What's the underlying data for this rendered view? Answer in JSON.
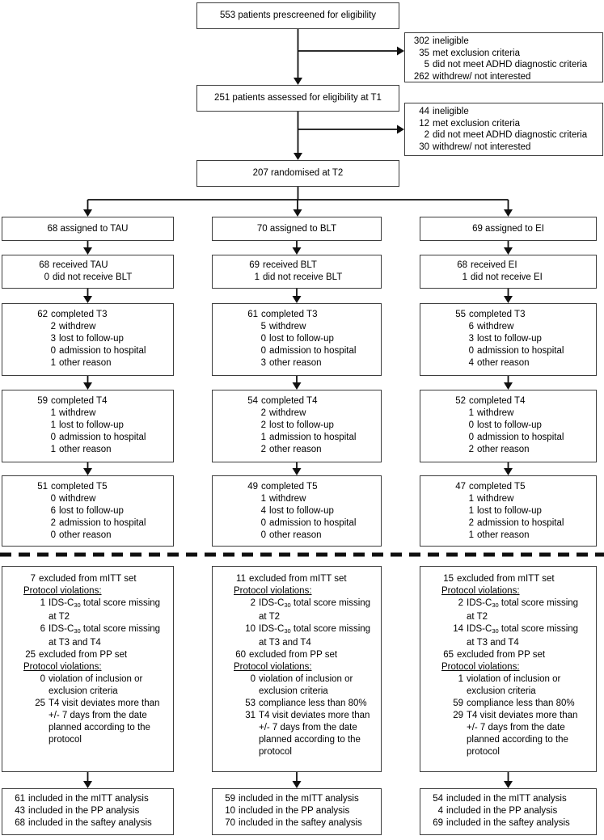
{
  "colors": {
    "border": "#3d3d3d",
    "line": "#101010",
    "text": "#000000",
    "background": "#ffffff"
  },
  "boxes": {
    "prescreened": "553 patients prescreened for eligibility",
    "assessed": "251 patients assessed for eligibility at T1",
    "randomised": "207 randomised at T2"
  },
  "exclusions": {
    "after_prescreen": [
      {
        "n": "302",
        "t": "ineligible"
      },
      {
        "n": "35",
        "t": "met exclusion criteria"
      },
      {
        "n": "5",
        "t": "did not meet ADHD diagnostic criteria"
      },
      {
        "n": "262",
        "t": "withdrew/ not interested"
      }
    ],
    "after_t1": [
      {
        "n": "44",
        "t": "ineligible"
      },
      {
        "n": "12",
        "t": "met exclusion criteria"
      },
      {
        "n": "2",
        "t": "did not meet ADHD diagnostic criteria"
      },
      {
        "n": "30",
        "t": "withdrew/ not interested"
      }
    ]
  },
  "columns": {
    "tau": {
      "assigned": "68 assigned to TAU",
      "received": [
        {
          "n": "68",
          "t": "received TAU"
        },
        {
          "n": "0",
          "t": "did not receive BLT"
        }
      ],
      "t3": [
        {
          "n": "62",
          "t": "completed T3"
        },
        {
          "n": "2",
          "t": "withdrew",
          "i": 1
        },
        {
          "n": "3",
          "t": "lost to follow-up",
          "i": 1
        },
        {
          "n": "0",
          "t": "admission to hospital",
          "i": 1
        },
        {
          "n": "1",
          "t": "other reason",
          "i": 1
        }
      ],
      "t4": [
        {
          "n": "59",
          "t": "completed T4"
        },
        {
          "n": "1",
          "t": "withdrew",
          "i": 1
        },
        {
          "n": "1",
          "t": "lost to follow-up",
          "i": 1
        },
        {
          "n": "0",
          "t": "admission to hospital",
          "i": 1
        },
        {
          "n": "1",
          "t": "other reason",
          "i": 1
        }
      ],
      "t5": [
        {
          "n": "51",
          "t": "completed T5"
        },
        {
          "n": "0",
          "t": "withdrew",
          "i": 1
        },
        {
          "n": "6",
          "t": "lost to follow-up",
          "i": 1
        },
        {
          "n": "2",
          "t": "admission to hospital",
          "i": 1
        },
        {
          "n": "0",
          "t": "other reason",
          "i": 1
        }
      ],
      "mitt": [
        {
          "n": "7",
          "t": "excluded from mITT set"
        },
        {
          "t": "Protocol violations:",
          "u": 1
        },
        {
          "n": "1",
          "t": "IDS-C{30} total score missing",
          "i": 1
        },
        {
          "t": "at T2",
          "i": 1
        },
        {
          "n": "6",
          "t": "IDS-C{30} total score missing",
          "i": 1
        },
        {
          "t": "at T3 and T4",
          "i": 1
        },
        {
          "n": "25",
          "t": "excluded from PP set"
        },
        {
          "t": "Protocol violations:",
          "u": 1
        },
        {
          "n": "0",
          "t": "violation of inclusion or",
          "i": 1
        },
        {
          "t": "exclusion criteria",
          "i": 1
        },
        {
          "n": "25",
          "t": "T4 visit deviates more than",
          "i": 1
        },
        {
          "t": "+/- 7 days from the date",
          "i": 1
        },
        {
          "t": "planned according to the",
          "i": 1
        },
        {
          "t": "protocol",
          "i": 1
        }
      ],
      "included": [
        {
          "n": "61",
          "t": "included in the mITT analysis"
        },
        {
          "n": "43",
          "t": "included in the PP analysis"
        },
        {
          "n": "68",
          "t": "included in the saftey analysis"
        }
      ]
    },
    "blt": {
      "assigned": "70 assigned to BLT",
      "received": [
        {
          "n": "69",
          "t": "received BLT"
        },
        {
          "n": "1",
          "t": "did not receive BLT"
        }
      ],
      "t3": [
        {
          "n": "61",
          "t": "completed T3"
        },
        {
          "n": "5",
          "t": "withdrew",
          "i": 1
        },
        {
          "n": "0",
          "t": "lost to follow-up",
          "i": 1
        },
        {
          "n": "0",
          "t": "admission to hospital",
          "i": 1
        },
        {
          "n": "3",
          "t": "other reason",
          "i": 1
        }
      ],
      "t4": [
        {
          "n": "54",
          "t": "completed T4"
        },
        {
          "n": "2",
          "t": "withdrew",
          "i": 1
        },
        {
          "n": "2",
          "t": "lost to follow-up",
          "i": 1
        },
        {
          "n": "1",
          "t": "admission to hospital",
          "i": 1
        },
        {
          "n": "2",
          "t": "other reason",
          "i": 1
        }
      ],
      "t5": [
        {
          "n": "49",
          "t": "completed T5"
        },
        {
          "n": "1",
          "t": "withdrew",
          "i": 1
        },
        {
          "n": "4",
          "t": "lost to follow-up",
          "i": 1
        },
        {
          "n": "0",
          "t": "admission to hospital",
          "i": 1
        },
        {
          "n": "0",
          "t": "other reason",
          "i": 1
        }
      ],
      "mitt": [
        {
          "n": "11",
          "t": "excluded from mITT set"
        },
        {
          "t": "Protocol violations:",
          "u": 1
        },
        {
          "n": "2",
          "t": "IDS-C{30} total score missing",
          "i": 1
        },
        {
          "t": "at T2",
          "i": 1
        },
        {
          "n": "10",
          "t": "IDS-C{30} total score missing",
          "i": 1
        },
        {
          "t": "at T3 and T4",
          "i": 1
        },
        {
          "n": "60",
          "t": "excluded from PP set"
        },
        {
          "t": "Protocol violations:",
          "u": 1
        },
        {
          "n": "0",
          "t": "violation of inclusion or",
          "i": 1
        },
        {
          "t": "exclusion criteria",
          "i": 1
        },
        {
          "n": "53",
          "t": "compliance less than 80%",
          "i": 1
        },
        {
          "n": "31",
          "t": "T4 visit deviates more than",
          "i": 1
        },
        {
          "t": "+/- 7 days from the date",
          "i": 1
        },
        {
          "t": "planned according to the",
          "i": 1
        },
        {
          "t": "protocol",
          "i": 1
        }
      ],
      "included": [
        {
          "n": "59",
          "t": "included in the mITT analysis"
        },
        {
          "n": "10",
          "t": "included in the PP analysis"
        },
        {
          "n": "70",
          "t": "included in the saftey analysis"
        }
      ]
    },
    "ei": {
      "assigned": "69 assigned to EI",
      "received": [
        {
          "n": "68",
          "t": "received EI"
        },
        {
          "n": "1",
          "t": "did not receive EI"
        }
      ],
      "t3": [
        {
          "n": "55",
          "t": "completed T3"
        },
        {
          "n": "6",
          "t": "withdrew",
          "i": 1
        },
        {
          "n": "3",
          "t": "lost to follow-up",
          "i": 1
        },
        {
          "n": "0",
          "t": "admission to hospital",
          "i": 1
        },
        {
          "n": "4",
          "t": "other reason",
          "i": 1
        }
      ],
      "t4": [
        {
          "n": "52",
          "t": "completed T4"
        },
        {
          "n": "1",
          "t": "withdrew",
          "i": 1
        },
        {
          "n": "0",
          "t": "lost to follow-up",
          "i": 1
        },
        {
          "n": "0",
          "t": "admission to hospital",
          "i": 1
        },
        {
          "n": "2",
          "t": "other reason",
          "i": 1
        }
      ],
      "t5": [
        {
          "n": "47",
          "t": "completed T5"
        },
        {
          "n": "1",
          "t": "withdrew",
          "i": 1
        },
        {
          "n": "1",
          "t": "lost to follow-up",
          "i": 1
        },
        {
          "n": "2",
          "t": "admission to hospital",
          "i": 1
        },
        {
          "n": "1",
          "t": "other reason",
          "i": 1
        }
      ],
      "mitt": [
        {
          "n": "15",
          "t": "excluded from mITT set"
        },
        {
          "t": "Protocol violations:",
          "u": 1
        },
        {
          "n": "2",
          "t": "IDS-C{30} total score missing",
          "i": 1
        },
        {
          "t": "at T2",
          "i": 1
        },
        {
          "n": "14",
          "t": "IDS-C{30} total score missing",
          "i": 1
        },
        {
          "t": "at T3 and T4",
          "i": 1
        },
        {
          "n": "65",
          "t": "excluded from PP set"
        },
        {
          "t": "Protocol violations:",
          "u": 1
        },
        {
          "n": "1",
          "t": "violation of inclusion or",
          "i": 1
        },
        {
          "t": "exclusion criteria",
          "i": 1
        },
        {
          "n": "59",
          "t": "compliance less than 80%",
          "i": 1
        },
        {
          "n": "29",
          "t": "T4 visit deviates more than",
          "i": 1
        },
        {
          "t": "+/- 7 days from the date",
          "i": 1
        },
        {
          "t": "planned according to the",
          "i": 1
        },
        {
          "t": "protocol",
          "i": 1
        }
      ],
      "included": [
        {
          "n": "54",
          "t": "included in the mITT analysis"
        },
        {
          "n": "4",
          "t": "included in the PP analysis"
        },
        {
          "n": "69",
          "t": "included in the saftey analysis"
        }
      ]
    }
  }
}
